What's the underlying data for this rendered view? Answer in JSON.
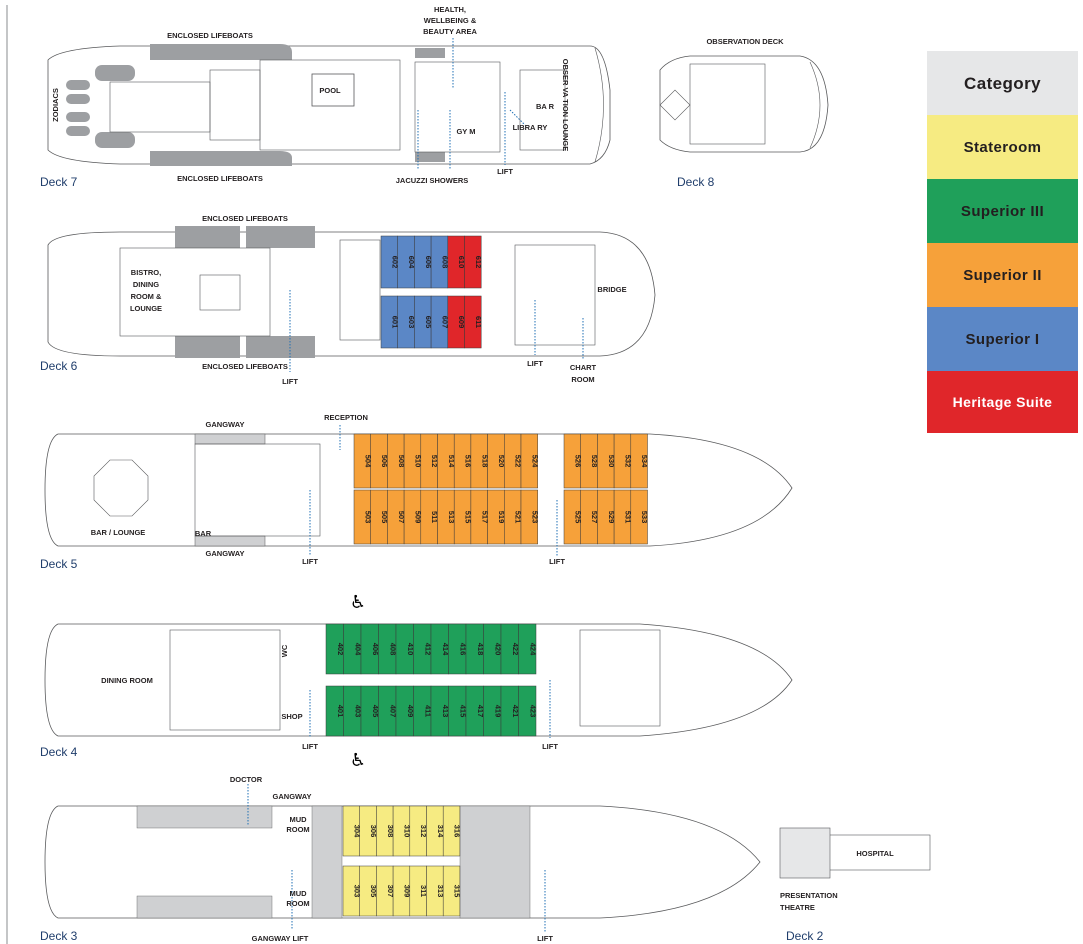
{
  "legend": {
    "title": "Category",
    "items": [
      {
        "label": "Stateroom",
        "color": "#f6eb82"
      },
      {
        "label": "Superior III",
        "color": "#1fa05a"
      },
      {
        "label": "Superior II",
        "color": "#f6a13a"
      },
      {
        "label": "Superior I",
        "color": "#5b87c6"
      },
      {
        "label": "Heritage Suite",
        "color": "#e0262a"
      }
    ],
    "title_bg": "#e6e7e8"
  },
  "decks": {
    "d7": {
      "name": "Deck 7",
      "labels": {
        "lifeboats_top": "ENCLOSED LIFEBOATS",
        "lifeboats_bottom": "ENCLOSED LIFEBOATS",
        "zodiacs": "ZODIACS",
        "pool": "POOL",
        "health": "HEALTH,",
        "health2": "WELLBEING &",
        "health3": "BEAUTY AREA",
        "gym": "GY M",
        "bar": "BA R",
        "obs_lounge": "OBSER VA TION LOUNGE",
        "library": "LIBRA RY",
        "lift": "LIFT",
        "jacuzzi": "JACUZZI SHOWERS"
      }
    },
    "d8": {
      "name": "Deck 8",
      "labels": {
        "obs_deck": "OBSERVATION DECK"
      }
    },
    "d6": {
      "name": "Deck 6",
      "labels": {
        "lifeboats_top": "ENCLOSED LIFEBOATS",
        "lifeboats_bottom": "ENCLOSED LIFEBOATS",
        "bistro1": "BISTRO,",
        "bistro2": "DINING",
        "bistro3": "ROOM &",
        "bistro4": "LOUNGE",
        "bridge": "BRIDGE",
        "lift_a": "LIFT",
        "lift_b": "LIFT",
        "chart1": "CHART",
        "chart2": "ROOM"
      },
      "cabins_top": [
        "602",
        "604",
        "606",
        "608",
        "610",
        "612"
      ],
      "cabins_bottom": [
        "601",
        "603",
        "605",
        "607",
        "609",
        "611"
      ]
    },
    "d5": {
      "name": "Deck 5",
      "labels": {
        "gangway_top": "GANGWAY",
        "gangway_bottom": "GANGWAY",
        "reception": "RECEPTION",
        "bar_lounge": "BAR / LOUNGE",
        "bar": "BAR",
        "lift_a": "LIFT",
        "lift_b": "LIFT"
      },
      "cabins_top": [
        "504",
        "506",
        "508",
        "510",
        "512",
        "514",
        "516",
        "518",
        "520",
        "522",
        "524",
        "526",
        "528",
        "530",
        "532",
        "534"
      ],
      "cabins_bottom": [
        "503",
        "505",
        "507",
        "509",
        "511",
        "513",
        "515",
        "517",
        "519",
        "521",
        "523",
        "525",
        "527",
        "529",
        "531",
        "533"
      ]
    },
    "d4": {
      "name": "Deck 4",
      "labels": {
        "dining_room": "DINING ROOM",
        "wc": "WC",
        "shop": "SHOP",
        "lift_a": "LIFT",
        "lift_b": "LIFT"
      },
      "cabins_top": [
        "402",
        "404",
        "406",
        "408",
        "410",
        "412",
        "414",
        "416",
        "418",
        "420",
        "422",
        "424"
      ],
      "cabins_bottom": [
        "401",
        "403",
        "405",
        "407",
        "409",
        "411",
        "413",
        "415",
        "417",
        "419",
        "421",
        "423"
      ]
    },
    "d3": {
      "name": "Deck 3",
      "labels": {
        "doctor": "DOCTOR",
        "gangway": "GANGWAY",
        "mud1": "MUD",
        "mud1b": "ROOM",
        "mud2": "MUD",
        "mud2b": "ROOM",
        "gangway_lift": "GANGWAY LIFT",
        "lift": "LIFT"
      },
      "cabins_top": [
        "304",
        "306",
        "308",
        "310",
        "312",
        "314",
        "316"
      ],
      "cabins_bottom": [
        "303",
        "305",
        "307",
        "309",
        "311",
        "313",
        "315"
      ]
    },
    "d2": {
      "name": "Deck 2",
      "labels": {
        "hospital": "HOSPITAL",
        "pres1": "PRESENTATION",
        "pres2": "THEATRE"
      }
    }
  },
  "colors": {
    "lifeboat": "#9d9fa2",
    "grey_room": "#cfd0d2",
    "outline": "#58595b",
    "deck_label": "#1f3d6b"
  }
}
